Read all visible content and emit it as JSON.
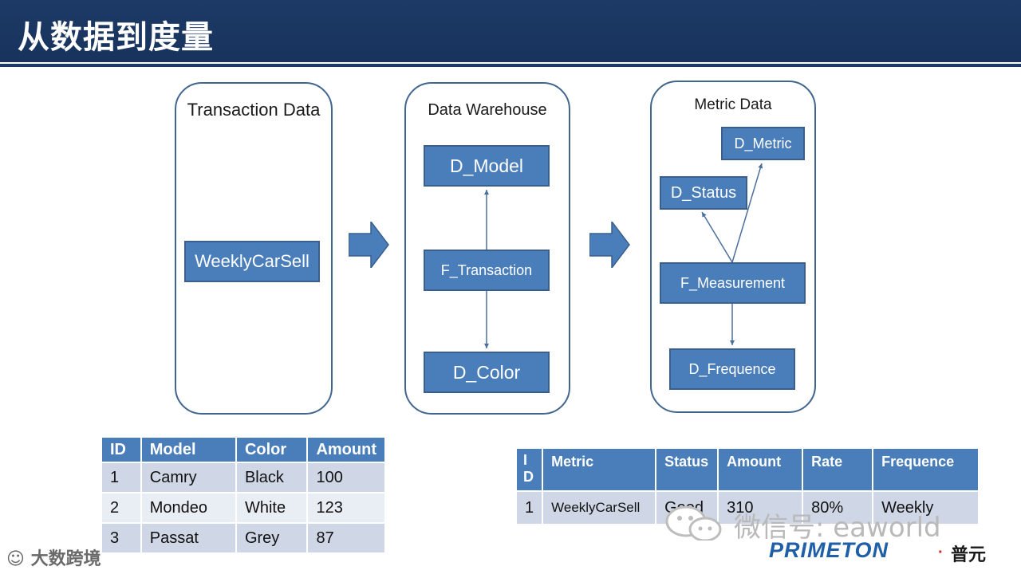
{
  "title": "从数据到度量",
  "panels": {
    "transaction": {
      "title": "Transaction Data",
      "box": "WeeklyCarSell"
    },
    "warehouse": {
      "title": "Data Warehouse",
      "d_model": "D_Model",
      "f_transaction": "F_Transaction",
      "d_color": "D_Color"
    },
    "metric": {
      "title": "Metric Data",
      "d_metric": "D_Metric",
      "d_status": "D_Status",
      "f_measurement": "F_Measurement",
      "d_frequence": "D_Frequence"
    }
  },
  "table1": {
    "headers": [
      "ID",
      "Model",
      "Color",
      "Amount"
    ],
    "rows": [
      [
        "1",
        "Camry",
        "Black",
        "100"
      ],
      [
        "2",
        "Mondeo",
        "White",
        "123"
      ],
      [
        "3",
        "Passat",
        "Grey",
        "87"
      ]
    ]
  },
  "table2": {
    "headers": [
      "I\nD",
      "Metric",
      "Status",
      "Amount",
      "Rate",
      "Frequence"
    ],
    "rows": [
      [
        "1",
        "WeeklyCarSell",
        "Good",
        "310",
        "80%",
        "Weekly"
      ]
    ]
  },
  "footer": {
    "wechat": "微信号: eaworld",
    "left_logo": "大数跨境",
    "brand": "PRIMETON",
    "brand_dot": "·",
    "brand_cn": "普元"
  },
  "colors": {
    "header": "#1d3a66",
    "box": "#4a7ebb",
    "border": "#41668d",
    "row_odd": "#cfd7e6",
    "row_even": "#e9edf4"
  }
}
